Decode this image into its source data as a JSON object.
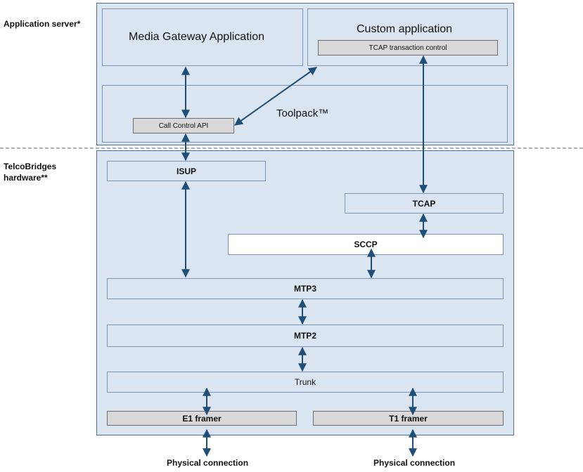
{
  "labels": {
    "application_server": "Application server*",
    "telcobridges_line1": "TelcoBridges",
    "telcobridges_line2": "hardware**"
  },
  "app_layer": {
    "media_gateway": "Media Gateway Application",
    "custom_application": "Custom application",
    "tcap_transaction_control": "TCAP transaction control",
    "toolpack": "Toolpack™",
    "call_control_api": "Call Control API"
  },
  "hw_layer": {
    "isup": "ISUP",
    "tcap": "TCAP",
    "sccp": "SCCP",
    "mtp3": "MTP3",
    "mtp2": "MTP2",
    "trunk": "Trunk",
    "e1_framer": "E1 framer",
    "t1_framer": "T1 framer"
  },
  "physical": {
    "left": "Physical connection",
    "right": "Physical connection"
  },
  "colors": {
    "panel": "#dbe5f1",
    "border": "#4f6f96",
    "arrow": "#1f4e79",
    "gray_box": "#d9d9d9"
  }
}
